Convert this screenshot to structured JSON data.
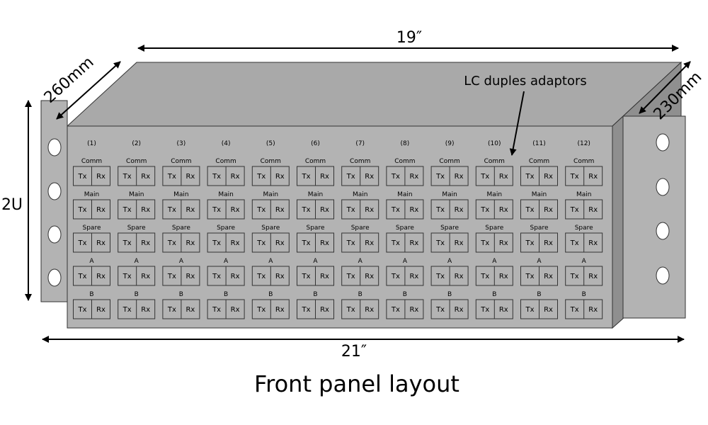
{
  "title": "Front panel layout",
  "callout": "LC duples adaptors",
  "dimensions": {
    "width_19": "19″",
    "width_21": "21″",
    "height": "2U",
    "depth_left": "260mm",
    "depth_right": "230mm"
  },
  "columns": [
    "(1)",
    "(2)",
    "(3)",
    "(4)",
    "(5)",
    "(6)",
    "(7)",
    "(8)",
    "(9)",
    "(10)",
    "(11)",
    "(12)"
  ],
  "rows": [
    "Comm",
    "Main",
    "Spare",
    "A",
    "B"
  ],
  "ports": [
    "Tx",
    "Rx"
  ],
  "colors": {
    "panel": "#b3b3b3",
    "top": "#a9a9a9",
    "side": "#8f8f8f",
    "stroke": "#333333",
    "adaptor": "#b3b3b3"
  }
}
